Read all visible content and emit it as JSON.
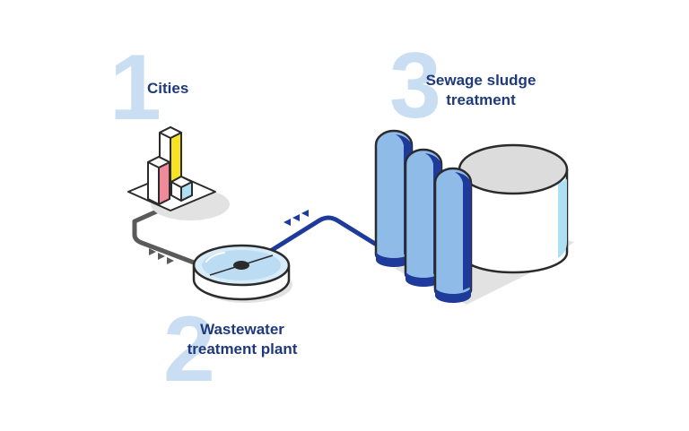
{
  "steps": [
    {
      "number": "1",
      "label": "Cities"
    },
    {
      "number": "2",
      "label_line1": "Wastewater",
      "label_line2": "treatment plant"
    },
    {
      "number": "3",
      "label_line1": "Sewage sludge",
      "label_line2": "treatment"
    }
  ],
  "colors": {
    "big_number": "#c9def3",
    "label_text": "#1f3a7a",
    "outline": "#2b2b2b",
    "pipe_gray": "#5a5a5a",
    "pipe_blue": "#1e3a9a",
    "tank_blue": "#8fbbe8",
    "water_light": "#d8ebf8",
    "shadow": "#e2e2e2",
    "bar_pink": "#ef8a9a",
    "bar_yellow": "#f7e226",
    "bar_blue": "#aee0f4"
  },
  "icons": [
    "city-bars-icon",
    "clarifier-icon",
    "digester-tanks-icon",
    "flow-arrows-icon"
  ]
}
